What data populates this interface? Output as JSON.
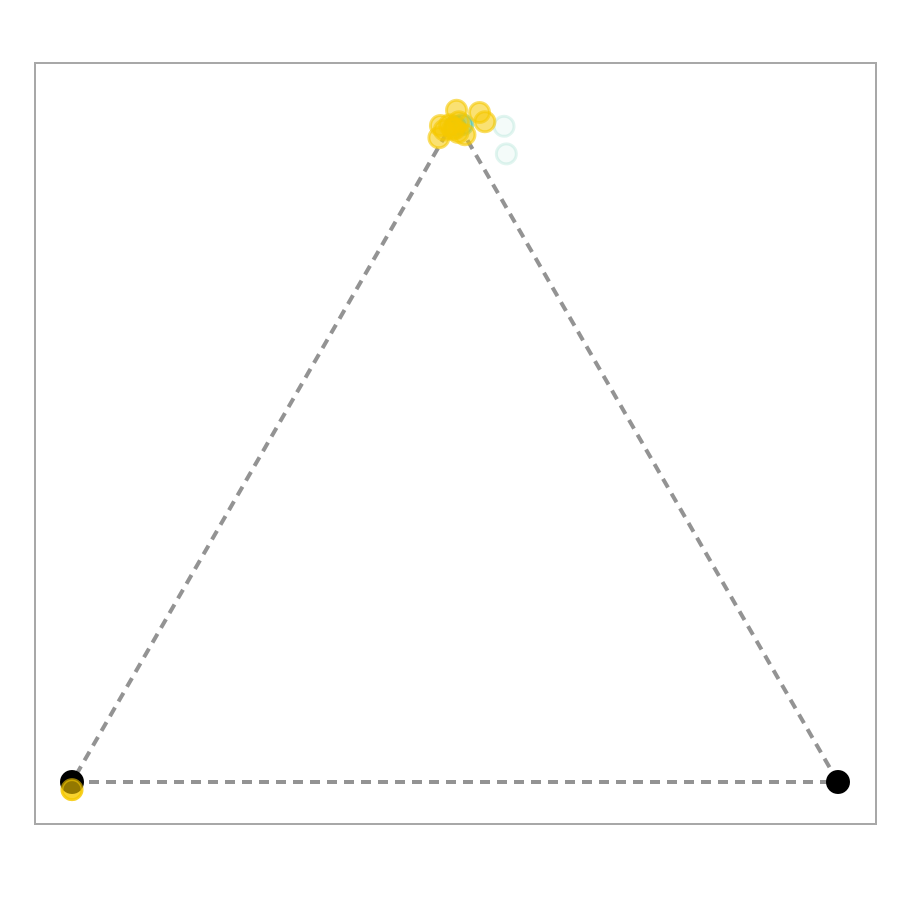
{
  "chart_data": {
    "type": "scatter",
    "title": "",
    "xlabel": "",
    "ylabel": "",
    "axes_visible": false,
    "grid": false,
    "legend": "none",
    "xlim": [
      -0.05,
      1.05
    ],
    "ylim": [
      -0.05,
      0.915
    ],
    "colors": {
      "frame": "#a8a8a8",
      "triangle_edge": "#939393",
      "vertex": "#000000",
      "series_gold": "#f5c800",
      "series_teal": "#3dbb9a"
    },
    "triangle": {
      "edge_style": "dashed",
      "vertices": [
        {
          "x": 0.0,
          "y": 0.0
        },
        {
          "x": 1.0,
          "y": 0.0
        },
        {
          "x": 0.5,
          "y": 0.866
        }
      ]
    },
    "series": [
      {
        "color": "#f5c800",
        "points": [
          {
            "x": 0.502,
            "y": 0.877
          },
          {
            "x": 0.532,
            "y": 0.874
          },
          {
            "x": 0.505,
            "y": 0.862
          },
          {
            "x": 0.493,
            "y": 0.858
          },
          {
            "x": 0.497,
            "y": 0.852
          },
          {
            "x": 0.504,
            "y": 0.848
          },
          {
            "x": 0.481,
            "y": 0.857
          },
          {
            "x": 0.513,
            "y": 0.845
          },
          {
            "x": 0.539,
            "y": 0.862
          },
          {
            "x": 0.479,
            "y": 0.841
          },
          {
            "x": 0.486,
            "y": 0.851
          },
          {
            "x": 0.5,
            "y": 0.853
          },
          {
            "x": 0.0,
            "y": -0.01
          }
        ]
      },
      {
        "color": "#3dbb9a",
        "points": [
          {
            "x": 0.51,
            "y": 0.858
          },
          {
            "x": 0.5,
            "y": 0.856
          },
          {
            "x": 0.564,
            "y": 0.856
          },
          {
            "x": 0.567,
            "y": 0.82
          }
        ]
      }
    ]
  }
}
